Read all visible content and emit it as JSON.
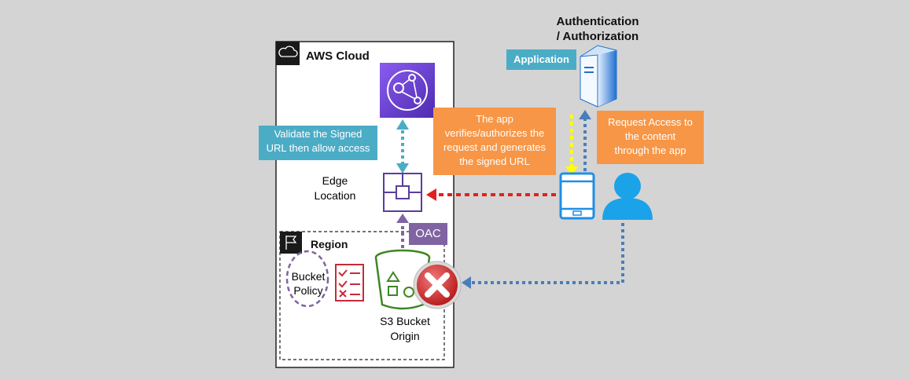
{
  "aws_cloud": {
    "title": "AWS Cloud",
    "icon": "cloud-icon"
  },
  "region": {
    "title": "Region",
    "icon": "flag-icon"
  },
  "auth": {
    "title_line1": "Authentication",
    "title_line2": "/ Authorization",
    "icon": "server-icon"
  },
  "application": {
    "label": "Application"
  },
  "edge_location": {
    "line1": "Edge",
    "line2": "Location",
    "icon": "edge-location-icon"
  },
  "cloudfront": {
    "icon": "cloudfront-icon"
  },
  "oac": {
    "label": "OAC"
  },
  "bucket_policy": {
    "line1": "Bucket",
    "line2": "Policy",
    "icon": "checklist-icon"
  },
  "s3_bucket": {
    "line1": "S3 Bucket",
    "line2": "Origin",
    "icon": "s3-bucket-icon"
  },
  "denied": {
    "icon": "denied-x-icon"
  },
  "user": {
    "icon": "user-icon"
  },
  "device": {
    "icon": "tablet-icon"
  },
  "notes": {
    "validate_line1": "Validate the Signed",
    "validate_line2": "URL then allow access",
    "app_line1": "The app",
    "app_line2": "verifies/authorizes the",
    "app_line3": "request and generates",
    "app_line4": "the signed URL",
    "request_line1": "Request Access to",
    "request_line2": "the  content",
    "request_line3": "through the app"
  },
  "colors": {
    "background": "#d4d4d4",
    "teal": "#4bacc6",
    "orange": "#f79646",
    "purple": "#8064a2",
    "edge_purple": "#5a3d9e",
    "cloudfront_purple": "#6b3fd1",
    "s3_green": "#3f8624",
    "policy_red": "#c62b3b",
    "denied_red": "#d62a2a",
    "device_blue": "#1e8fe6",
    "user_blue": "#1aa3e8",
    "arrow_red": "#e32020",
    "arrow_yellow": "#ffff00",
    "arrow_blue": "#4a7ebb"
  }
}
